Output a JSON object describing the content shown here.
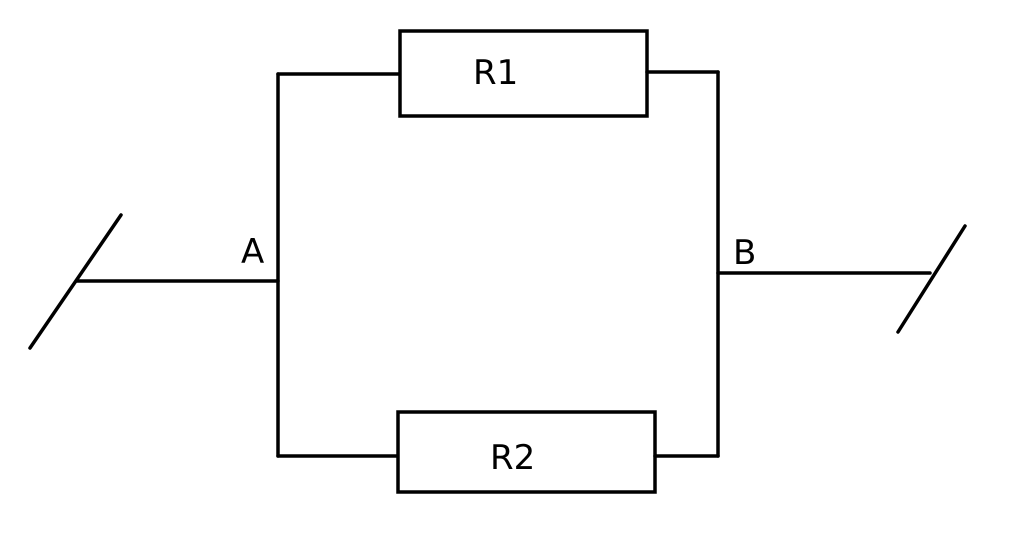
{
  "diagram": {
    "nodes": {
      "a": "A",
      "b": "B"
    },
    "resistors": {
      "r1": "R1",
      "r2": "R2"
    }
  }
}
